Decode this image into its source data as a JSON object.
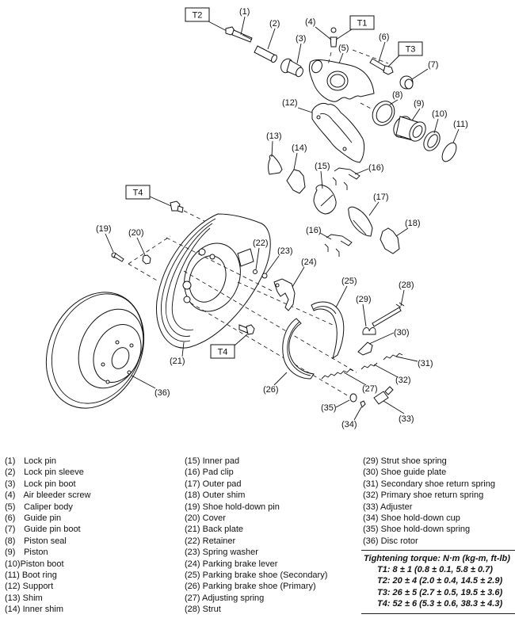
{
  "diagram": {
    "title": "Rear disc brake and parking brake exploded view",
    "callouts": {
      "c1": "(1)",
      "c2": "(2)",
      "c3": "(3)",
      "c4": "(4)",
      "c5": "(5)",
      "c6": "(6)",
      "c7": "(7)",
      "c8": "(8)",
      "c9": "(9)",
      "c10": "(10)",
      "c11": "(11)",
      "c12": "(12)",
      "c13": "(13)",
      "c14": "(14)",
      "c15": "(15)",
      "c16a": "(16)",
      "c16b": "(16)",
      "c17": "(17)",
      "c18": "(18)",
      "c19": "(19)",
      "c20": "(20)",
      "c21": "(21)",
      "c22": "(22)",
      "c23": "(23)",
      "c24": "(24)",
      "c25": "(25)",
      "c26": "(26)",
      "c27": "(27)",
      "c28": "(28)",
      "c29": "(29)",
      "c30": "(30)",
      "c31": "(31)",
      "c32": "(32)",
      "c33": "(33)",
      "c34": "(34)",
      "c35": "(35)",
      "c36": "(36)"
    },
    "torque_tags": {
      "t1": "T1",
      "t2": "T2",
      "t3": "T3",
      "t4a": "T4",
      "t4b": "T4"
    }
  },
  "legend": {
    "col1": [
      {
        "num": "(1)",
        "name": "Lock pin"
      },
      {
        "num": "(2)",
        "name": "Lock pin sleeve"
      },
      {
        "num": "(3)",
        "name": "Lock pin boot"
      },
      {
        "num": "(4)",
        "name": "Air bleeder screw"
      },
      {
        "num": "(5)",
        "name": "Caliper body"
      },
      {
        "num": "(6)",
        "name": "Guide pin"
      },
      {
        "num": "(7)",
        "name": "Guide pin boot"
      },
      {
        "num": "(8)",
        "name": "Piston seal"
      },
      {
        "num": "(9)",
        "name": "Piston"
      },
      {
        "num": "(10)",
        "name": "Piston boot"
      },
      {
        "num": "(11)",
        "name": "Boot ring"
      },
      {
        "num": "(12)",
        "name": "Support"
      },
      {
        "num": "(13)",
        "name": "Shim"
      },
      {
        "num": "(14)",
        "name": "Inner shim"
      }
    ],
    "col2": [
      {
        "num": "(15)",
        "name": "Inner pad"
      },
      {
        "num": "(16)",
        "name": "Pad clip"
      },
      {
        "num": "(17)",
        "name": "Outer pad"
      },
      {
        "num": "(18)",
        "name": "Outer shim"
      },
      {
        "num": "(19)",
        "name": "Shoe hold-down pin"
      },
      {
        "num": "(20)",
        "name": "Cover"
      },
      {
        "num": "(21)",
        "name": "Back plate"
      },
      {
        "num": "(22)",
        "name": "Retainer"
      },
      {
        "num": "(23)",
        "name": "Spring washer"
      },
      {
        "num": "(24)",
        "name": "Parking brake lever"
      },
      {
        "num": "(25)",
        "name": "Parking brake shoe (Secondary)"
      },
      {
        "num": "(26)",
        "name": "Parking brake shoe (Primary)"
      },
      {
        "num": "(27)",
        "name": "Adjusting spring"
      },
      {
        "num": "(28)",
        "name": "Strut"
      }
    ],
    "col3": [
      {
        "num": "(29)",
        "name": "Strut shoe spring"
      },
      {
        "num": "(30)",
        "name": "Shoe guide plate"
      },
      {
        "num": "(31)",
        "name": "Secondary shoe return spring"
      },
      {
        "num": "(32)",
        "name": "Primary shoe return spring"
      },
      {
        "num": "(33)",
        "name": "Adjuster"
      },
      {
        "num": "(34)",
        "name": "Shoe hold-down cup"
      },
      {
        "num": "(35)",
        "name": "Shoe hold-down spring"
      },
      {
        "num": "(36)",
        "name": "Disc rotor"
      }
    ]
  },
  "torque": {
    "title": "Tightening torque: N·m (kg-m, ft-lb)",
    "rows": [
      "T1: 8 ± 1 (0.8 ± 0.1, 5.8 ± 0.7)",
      "T2: 20 ± 4 (2.0 ± 0.4, 14.5 ± 2.9)",
      "T3: 26 ± 5 (2.7 ± 0.5, 19.5 ± 3.6)",
      "T4: 52 ± 6 (5.3 ± 0.6, 38.3 ± 4.3)"
    ]
  }
}
